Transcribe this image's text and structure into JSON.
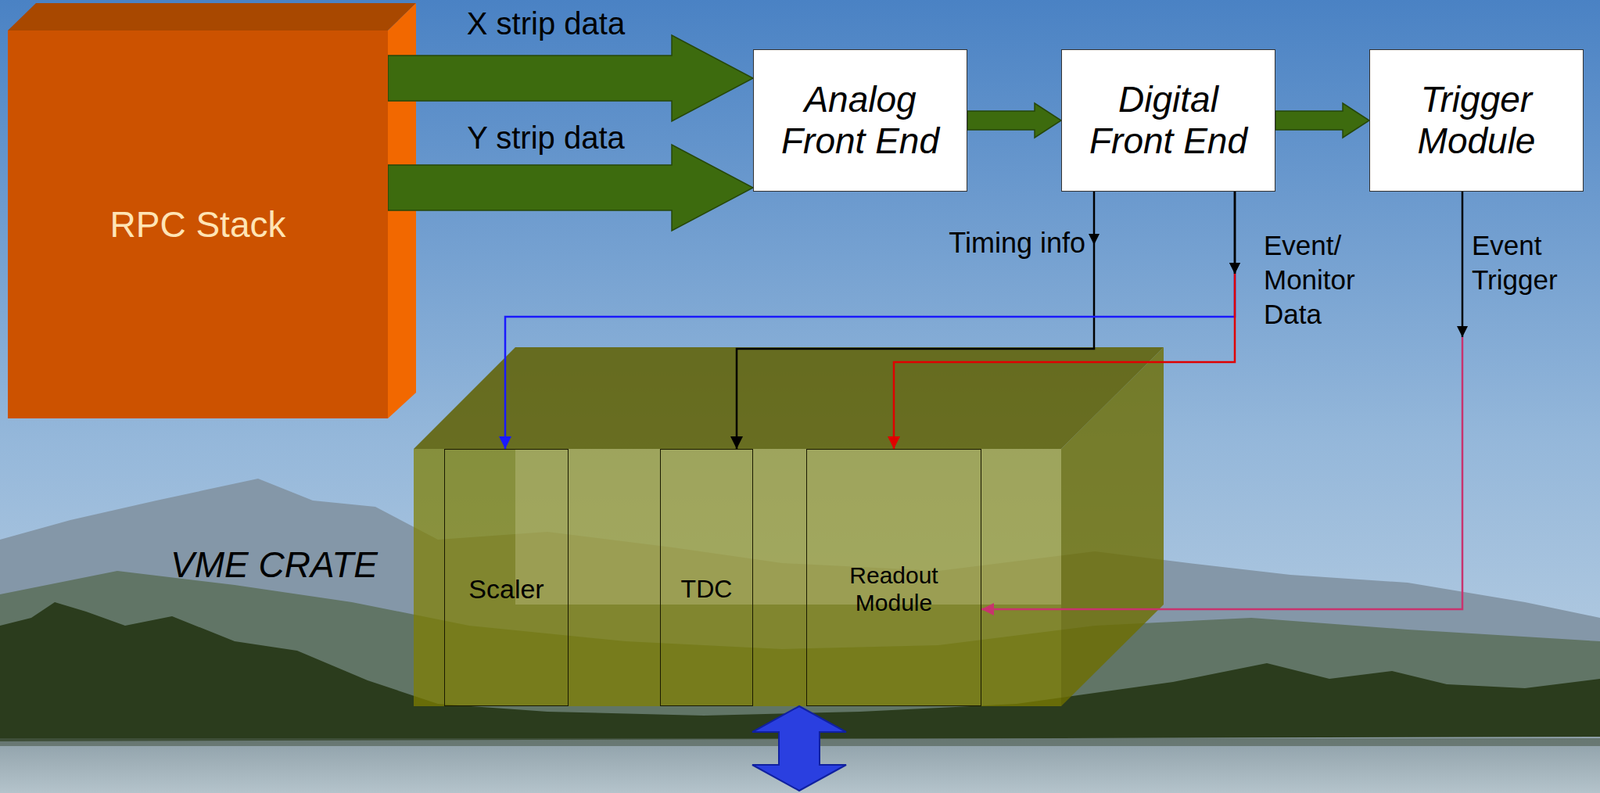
{
  "diagram": {
    "nodes": [
      {
        "text": [
          "RPC Stack"
        ]
      },
      {
        "text": [
          "Analog Front End"
        ]
      },
      {
        "text": [
          "Digital Front End"
        ]
      },
      {
        "text": [
          "Trigger Module"
        ]
      },
      {
        "text": [
          "VME CRATE"
        ]
      },
      {
        "text": [
          "Scaler"
        ],
        "in": 4
      },
      {
        "text": [
          "TDC"
        ],
        "in": 4
      },
      {
        "text": [
          "Readout Module"
        ],
        "in": 4
      }
    ],
    "edges": [
      {
        "from": 0,
        "to": 1,
        "label": "X strip data",
        "arrow": "to"
      },
      {
        "from": 0,
        "to": 1,
        "label": "Y strip data",
        "arrow": "to"
      },
      {
        "from": 1,
        "to": 2,
        "arrow": "to"
      },
      {
        "from": 2,
        "to": 3,
        "arrow": "to"
      },
      {
        "from": 2,
        "to": 6,
        "label": "Timing info",
        "arrow": "to"
      },
      {
        "from": 2,
        "to": 5,
        "arrow": "to"
      },
      {
        "from": 2,
        "to": 7,
        "label": "Event/ Monitor Data",
        "arrow": "to"
      },
      {
        "from": 3,
        "to": 7,
        "label": "Event Trigger",
        "arrow": "to"
      }
    ]
  }
}
